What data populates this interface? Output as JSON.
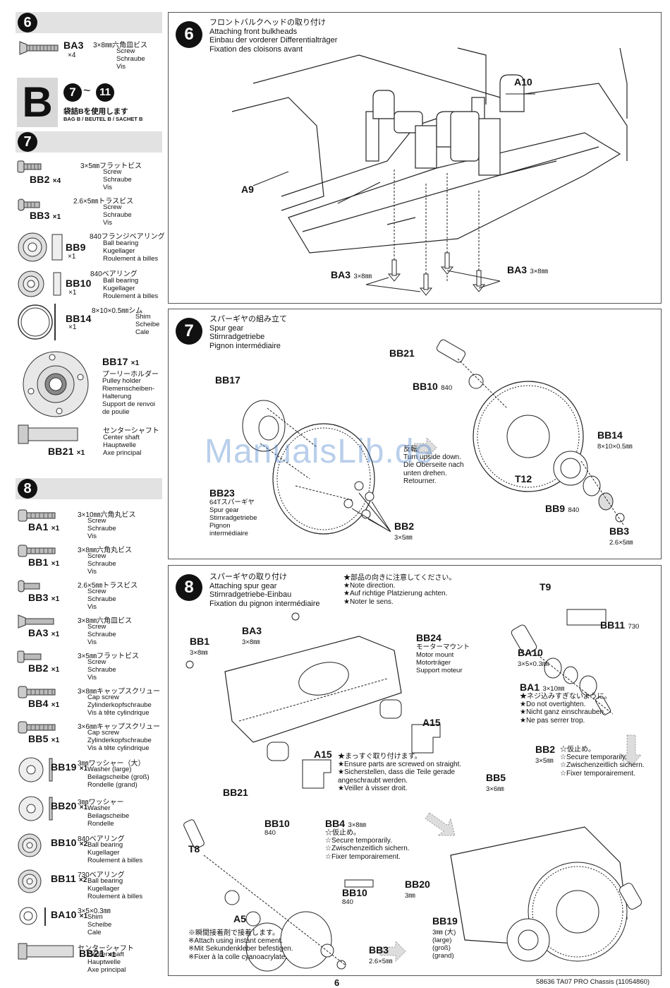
{
  "left": {
    "step6": {
      "num": "6",
      "parts": [
        {
          "code": "BA3",
          "qty": "×4",
          "ja": "3×8㎜六角皿ビス",
          "desc": [
            "Screw",
            "Schraube",
            "Vis"
          ]
        }
      ]
    },
    "bagB": {
      "letter": "B",
      "range_a": "7",
      "tilde": "~",
      "range_b": "11",
      "ja": "袋詰Bを使用します",
      "en": "BAG B / BEUTEL B / SACHET B"
    },
    "step7": {
      "num": "7",
      "parts": [
        {
          "code": "BB2",
          "qty": "×4",
          "ja": "3×5㎜フラットビス",
          "desc": [
            "Screw",
            "Schraube",
            "Vis"
          ]
        },
        {
          "code": "BB3",
          "qty": "×1",
          "ja": "2.6×5㎜トラスビス",
          "desc": [
            "Screw",
            "Schraube",
            "Vis"
          ]
        },
        {
          "code": "BB9",
          "qty": "×1",
          "ja": "840フランジベアリング",
          "desc": [
            "Ball bearing",
            "Kugellager",
            "Roulement à billes"
          ]
        },
        {
          "code": "BB10",
          "qty": "×1",
          "ja": "840ベアリング",
          "desc": [
            "Ball bearing",
            "Kugellager",
            "Roulement à billes"
          ]
        },
        {
          "code": "BB14",
          "qty": "×1",
          "ja": "8×10×0.5㎜シム",
          "desc": [
            "Shim",
            "Scheibe",
            "Cale"
          ]
        },
        {
          "code": "BB17",
          "qty": "×1",
          "ja": "プーリーホルダー",
          "desc": [
            "Pulley holder",
            "Riemenscheiben-",
            "Halterung",
            "Support de renvoi",
            "de poulie"
          ]
        },
        {
          "code": "BB21",
          "qty": "×1",
          "ja": "センターシャフト",
          "desc": [
            "Center shaft",
            "Hauptwelle",
            "Axe principal"
          ]
        }
      ]
    },
    "step8": {
      "num": "8",
      "parts": [
        {
          "code": "BA1",
          "qty": "×1",
          "ja": "3×10㎜六角丸ビス",
          "desc": [
            "Screw",
            "Schraube",
            "Vis"
          ]
        },
        {
          "code": "BB1",
          "qty": "×1",
          "ja": "3×8㎜六角丸ビス",
          "desc": [
            "Screw",
            "Schraube",
            "Vis"
          ]
        },
        {
          "code": "BB3",
          "qty": "×1",
          "ja": "2.6×5㎜トラスビス",
          "desc": [
            "Screw",
            "Schraube",
            "Vis"
          ]
        },
        {
          "code": "BA3",
          "qty": "×1",
          "ja": "3×8㎜六角皿ビス",
          "desc": [
            "Screw",
            "Schraube",
            "Vis"
          ]
        },
        {
          "code": "BB2",
          "qty": "×1",
          "ja": "3×5㎜フラットビス",
          "desc": [
            "Screw",
            "Schraube",
            "Vis"
          ]
        },
        {
          "code": "BB4",
          "qty": "×1",
          "ja": "3×8㎜キャップスクリュー",
          "desc": [
            "Cap screw",
            "Zylinderkopfschraube",
            "Vis à tête cylindrique"
          ]
        },
        {
          "code": "BB5",
          "qty": "×1",
          "ja": "3×6㎜キャップスクリュー",
          "desc": [
            "Cap screw",
            "Zylinderkopfschraube",
            "Vis à tête cylindrique"
          ]
        },
        {
          "code": "BB19",
          "qty": "×1",
          "ja": "3㎜ワッシャー（大）",
          "desc": [
            "Washer (large)",
            "Beilagscheibe (groß)",
            "Rondelle (grand)"
          ]
        },
        {
          "code": "BB20",
          "qty": "×1",
          "ja": "3㎜ワッシャー",
          "desc": [
            "Washer",
            "Beilagscheibe",
            "Rondelle"
          ]
        },
        {
          "code": "BB10",
          "qty": "×2",
          "ja": "840ベアリング",
          "desc": [
            "Ball bearing",
            "Kugellager",
            "Roulement à billes"
          ]
        },
        {
          "code": "BB11",
          "qty": "×2",
          "ja": "730ベアリング",
          "desc": [
            "Ball bearing",
            "Kugellager",
            "Roulement à billes"
          ]
        },
        {
          "code": "BA10",
          "qty": "×1",
          "ja": "3×5×0.3㎜",
          "desc": [
            "Shim",
            "Scheibe",
            "Cale"
          ]
        },
        {
          "code": "BB21",
          "qty": "×1",
          "ja": "センターシャフト",
          "desc": [
            "Center shaft",
            "Hauptwelle",
            "Axe principal"
          ]
        }
      ]
    }
  },
  "panel6": {
    "num": "6",
    "title": [
      "フロントバルクヘッドの取り付け",
      "Attaching front bulkheads",
      "Einbau der vorderer Differentialträger",
      "Fixation des cloisons avant"
    ],
    "labels": {
      "a10": "A10",
      "a9": "A9",
      "ba3_left": "BA3",
      "ba3_left_size": "3×8㎜",
      "ba3_right": "BA3",
      "ba3_right_size": "3×8㎜"
    }
  },
  "panel7": {
    "num": "7",
    "title": [
      "スパーギヤの組み立て",
      "Spur gear",
      "Stirnradgetriebe",
      "Pignon intermédiaire"
    ],
    "labels": {
      "bb21": "BB21",
      "bb10": "BB10",
      "bb10_size": "840",
      "bb17": "BB17",
      "bb14": "BB14",
      "bb14_size": "8×10×0.5㎜",
      "t12": "T12",
      "bb9": "BB9",
      "bb9_size": "840",
      "bb3": "BB3",
      "bb3_size": "2.6×5㎜",
      "bb23": "BB23",
      "bb2": "BB2",
      "bb2_size": "3×5㎜"
    },
    "bb23_desc": [
      "64Tスパーギヤ",
      "Spur gear",
      "Stirnradgetriebe",
      "Pignon",
      "intermédiaire"
    ],
    "turn": [
      "反転",
      "Turn upside down.",
      "Die Oberseite nach",
      "unten drehen.",
      "Retourner."
    ]
  },
  "panel8": {
    "num": "8",
    "title": [
      "スパーギヤの取り付け",
      "Attaching spur gear",
      "Stirnradgetriebe-Einbau",
      "Fixation du pignon intermédiaire"
    ],
    "direction": [
      "★部品の向きに注意してください。",
      "★Note direction.",
      "★Auf richtige Platzierung achten.",
      "★Noter le sens."
    ],
    "straight": [
      "★まっすぐ取り付けます。",
      "★Ensure parts are screwed on straight.",
      "★Sicherstellen, dass die Teile gerade",
      "angeschraubt werden.",
      "★Veiller à visser droit."
    ],
    "overtighten": [
      "★ネジ込みすぎないように。",
      "★Do not overtighten.",
      "★Nicht ganz einschrauben.",
      "★Ne pas serrer trop."
    ],
    "temp_bb2": [
      "☆仮止め。",
      "☆Secure temporarily.",
      "☆Zwischenzeitlich sichern.",
      "☆Fixer temporairement."
    ],
    "temp_bb4": [
      "☆仮止め。",
      "☆Secure temporarily.",
      "☆Zwischenzeitlich sichern.",
      "☆Fixer temporairement."
    ],
    "cement": [
      "※瞬間接着剤で接着します。",
      "※Attach using instant cement.",
      "※Mit Sekundenkleber befestigen.",
      "※Fixer à la colle cyanoacrylate."
    ],
    "labels": {
      "bb1": "BB1",
      "bb1_size": "3×8㎜",
      "ba3": "BA3",
      "ba3_size": "3×8㎜",
      "bb24": "BB24",
      "a15a": "A15",
      "a15b": "A15",
      "bb21": "BB21",
      "bb10a": "BB10",
      "bb10a_size": "840",
      "t8": "T8",
      "a5": "A5",
      "bb10b": "BB10",
      "bb10b_size": "840",
      "bb3": "BB3",
      "bb3_size": "2.6×5㎜",
      "bb4": "BB4",
      "bb4_size": "3×8㎜",
      "bb20": "BB20",
      "bb20_size": "3㎜",
      "bb19": "BB19",
      "bb19_size": "3㎜ (大)",
      "bb19_sub": [
        "(large)",
        "(groß)",
        "(grand)"
      ],
      "t9": "T9",
      "bb11": "BB11",
      "bb11_size": "730",
      "ba10": "BA10",
      "ba10_size": "3×5×0.3㎜",
      "ba1": "BA1",
      "ba1_size": "3×10㎜",
      "bb2": "BB2",
      "bb2_size": "3×5㎜",
      "bb5": "BB5",
      "bb5_size": "3×6㎜"
    },
    "bb24_desc": [
      "モーターマウント",
      "Motor mount",
      "Motorträger",
      "Support moteur"
    ]
  },
  "footer": {
    "page": "6",
    "code": "58636 TA07 PRO Chassis (11054860)"
  },
  "watermark": "ManualsLib.de"
}
